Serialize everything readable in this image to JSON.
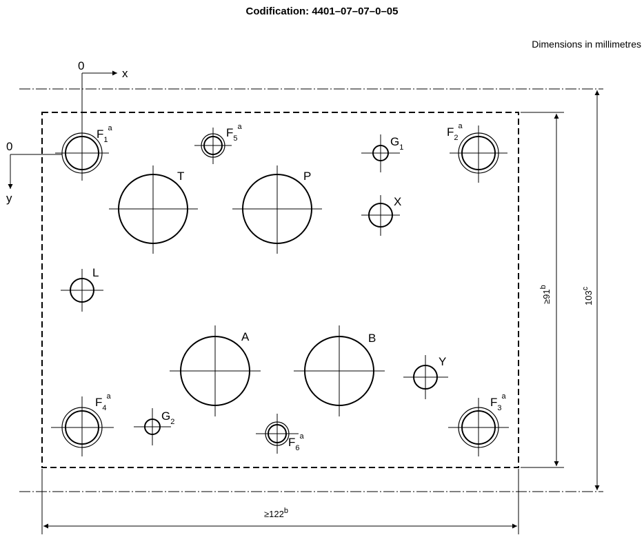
{
  "title": "Codification: 4401–07–07–0–05",
  "units_note": "Dimensions in millimetres",
  "axes": {
    "x_origin": "0",
    "x_label": "x",
    "y_origin": "0",
    "y_label": "y"
  },
  "holes": {
    "F1": {
      "letter": "F",
      "sub": "1",
      "sup": "a"
    },
    "F2": {
      "letter": "F",
      "sub": "2",
      "sup": "a"
    },
    "F3": {
      "letter": "F",
      "sub": "3",
      "sup": "a"
    },
    "F4": {
      "letter": "F",
      "sub": "4",
      "sup": "a"
    },
    "F5": {
      "letter": "F",
      "sub": "5",
      "sup": "a"
    },
    "F6": {
      "letter": "F",
      "sub": "6",
      "sup": "a"
    },
    "G1": {
      "letter": "G",
      "sub": "1"
    },
    "G2": {
      "letter": "G",
      "sub": "2"
    },
    "T": {
      "letter": "T"
    },
    "P": {
      "letter": "P"
    },
    "X": {
      "letter": "X"
    },
    "L": {
      "letter": "L"
    },
    "A": {
      "letter": "A"
    },
    "B": {
      "letter": "B"
    },
    "Y": {
      "letter": "Y"
    }
  },
  "dimensions": {
    "width": {
      "value": "≥122",
      "note": "b"
    },
    "height_inner": {
      "value": "≥91",
      "note": "b"
    },
    "height_outer": {
      "value": "103",
      "note": "c"
    }
  }
}
